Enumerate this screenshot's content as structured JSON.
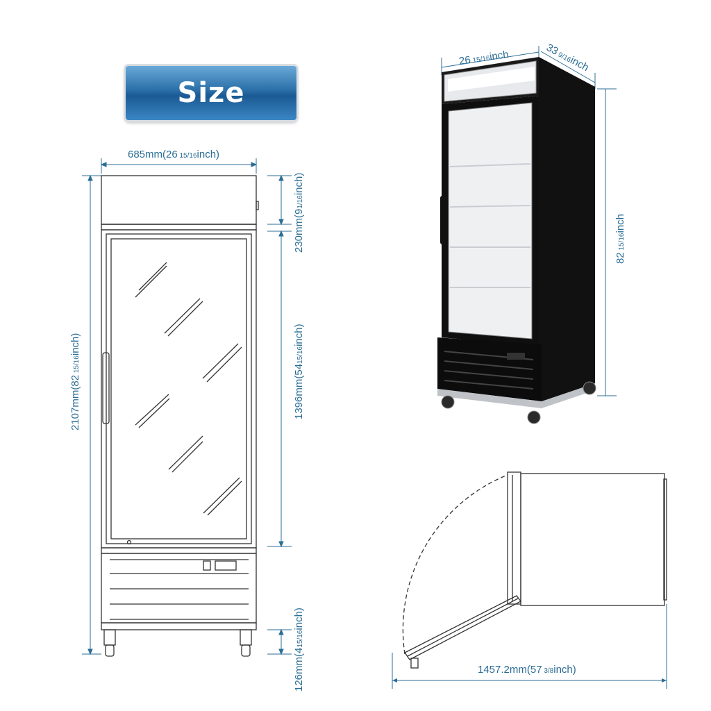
{
  "badge": {
    "title": "Size"
  },
  "dimensions": {
    "front_width": "685mm(26 15/16inch)",
    "front_width_main": "685mm(26",
    "front_width_frac": "15/16",
    "front_width_unit": "inch)",
    "header_height_main": "230mm(9",
    "header_height_frac": "1/16",
    "header_height_unit": "inch)",
    "total_height_main": "2107mm(82",
    "total_height_frac": "15/16",
    "total_height_unit": "inch)",
    "door_height_main": "1396mm(54",
    "door_height_frac": "15/16",
    "door_height_unit": "inch)",
    "base_height_main": "126mm(4",
    "base_height_frac": "15/16",
    "base_height_unit": "inch)",
    "iso_width_main": "26",
    "iso_width_frac": "15/16",
    "iso_width_unit": "inch",
    "iso_depth_main": "33",
    "iso_depth_frac": "9/16",
    "iso_depth_unit": "inch",
    "iso_height_main": "82",
    "iso_height_frac": "15/16",
    "iso_height_unit": "inch",
    "door_swing_main": "1457.2mm(57",
    "door_swing_frac": "3/8",
    "door_swing_unit": "inch)"
  },
  "colors": {
    "dimension": "#2b6d96",
    "outline": "#333333",
    "badge": "#2a6fa8"
  }
}
